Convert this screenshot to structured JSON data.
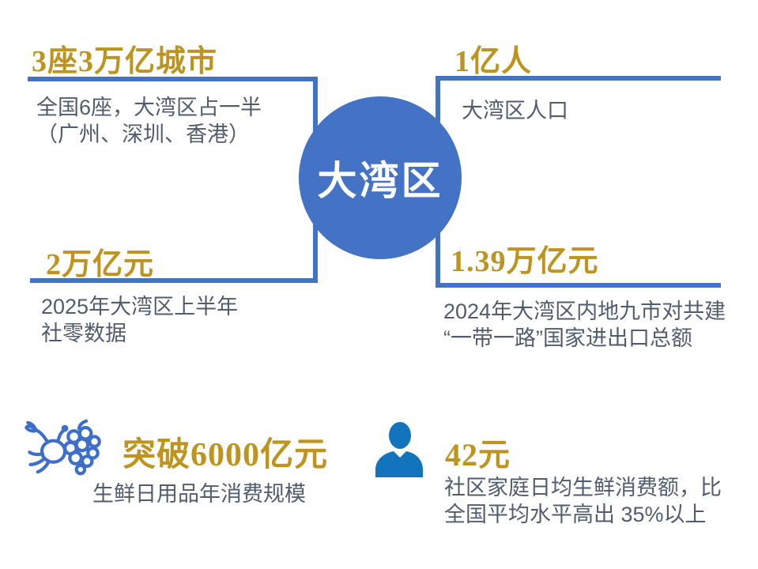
{
  "colors": {
    "line_blue": "#4472C4",
    "circle_blue": "#4472C4",
    "headline_gold": "#BE9420",
    "body_gray": "#515D6E",
    "person_icon_blue": "#1274BD",
    "seafood_icon_blue": "#3E6FC8",
    "background": "#FFFFFF"
  },
  "center": {
    "label": "大湾区"
  },
  "icons": {
    "bottom_left": "seafood-produce-icon",
    "bottom_right": "person-icon"
  },
  "blocks": {
    "top_left": {
      "headline": "3座3万亿城市",
      "lines": [
        "全国6座，大湾区占一半",
        "（广州、深圳、香港）"
      ]
    },
    "top_right": {
      "headline": "1亿人",
      "lines": [
        "大湾区人口"
      ]
    },
    "mid_left": {
      "headline": "2万亿元",
      "lines": [
        "2025年大湾区上半年",
        "社零数据"
      ]
    },
    "mid_right": {
      "headline": "1.39万亿元",
      "lines": [
        "2024年大湾区内地九市对共建",
        "“一带一路”国家进出口总额"
      ]
    },
    "bottom_left": {
      "headline": "突破6000亿元",
      "lines": [
        "生鲜日用品年消费规模"
      ]
    },
    "bottom_right": {
      "headline": "42元",
      "lines": [
        "社区家庭日均生鲜消费额，比",
        "全国平均水平高出 35%以上"
      ]
    }
  }
}
